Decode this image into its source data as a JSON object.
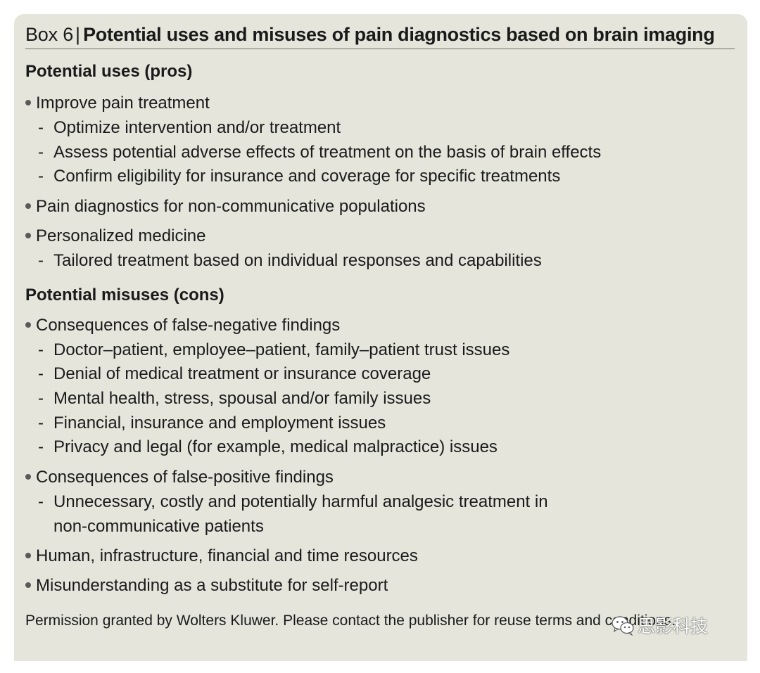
{
  "box": {
    "label": "Box 6",
    "separator": "|",
    "title": "Potential uses and misuses of pain diagnostics based on brain imaging"
  },
  "pros": {
    "heading": "Potential uses (pros)",
    "items": [
      {
        "text": "Improve pain treatment",
        "subitems": [
          "Optimize intervention and/or treatment",
          "Assess potential adverse effects of treatment on the basis of brain effects",
          "Confirm eligibility for insurance and coverage for specific treatments"
        ]
      },
      {
        "text": "Pain diagnostics for non-communicative populations",
        "subitems": []
      },
      {
        "text": "Personalized medicine",
        "subitems": [
          "Tailored treatment based on individual responses and capabilities"
        ]
      }
    ]
  },
  "cons": {
    "heading": "Potential misuses (cons)",
    "items": [
      {
        "text": "Consequences of false-negative findings",
        "subitems": [
          "Doctor–patient, employee–patient, family–patient trust issues",
          "Denial of medical treatment or insurance coverage",
          "Mental health, stress, spousal and/or family issues",
          "Financial, insurance and employment issues",
          "Privacy and legal (for example, medical malpractice) issues"
        ]
      },
      {
        "text": "Consequences of false-positive findings",
        "subitems": [
          "Unnecessary, costly and potentially harmful analgesic treatment in",
          "non-communicative patients"
        ]
      },
      {
        "text": "Human, infrastructure, financial and time resources",
        "subitems": []
      },
      {
        "text": "Misunderstanding as a substitute for self-report",
        "subitems": []
      }
    ]
  },
  "footer": {
    "permission": "Permission granted by Wolters Kluwer. Please contact the publisher for reuse terms and conditions."
  },
  "watermark": {
    "text": "思影科技",
    "icon": "wechat-icon"
  },
  "colors": {
    "box_background": "#e5e5dc",
    "text": "#1a1a1a",
    "rule": "#6f6f68"
  }
}
